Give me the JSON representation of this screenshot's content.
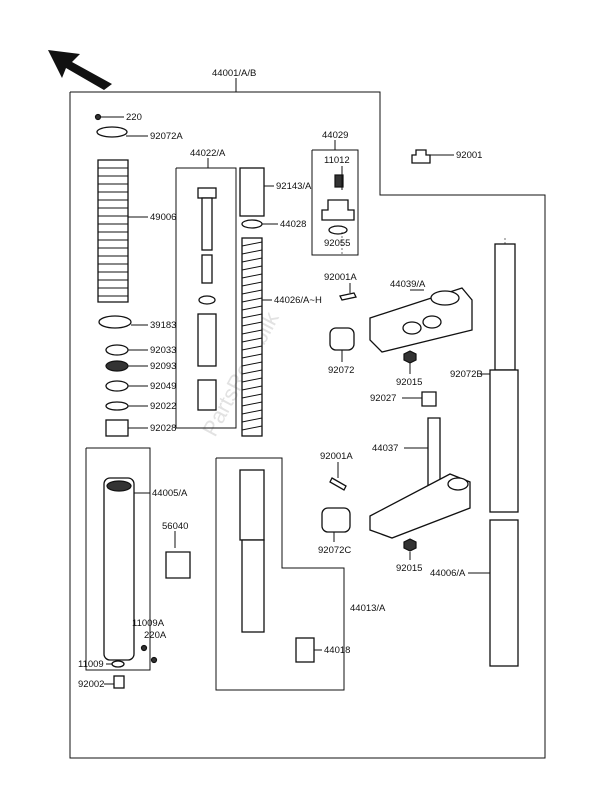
{
  "labels": {
    "assembly": "44001/A/B",
    "l220": "220",
    "l92072A": "92072A",
    "l49006": "49006",
    "l39183": "39183",
    "l92033": "92033",
    "l92093": "92093",
    "l92049": "92049",
    "l92022": "92022",
    "l92028": "92028",
    "l44022A": "44022/A",
    "l92143A": "92143/A",
    "l44028": "44028",
    "l44026": "44026/A~H",
    "l44029": "44029",
    "l11012": "11012",
    "l92055": "92055",
    "l92001": "92001",
    "l92001A_top": "92001A",
    "l44039A": "44039/A",
    "l92072": "92072",
    "l92015_top": "92015",
    "l92072B": "92072B",
    "l92027": "92027",
    "l44037": "44037",
    "l92001A_bot": "92001A",
    "l92072C": "92072C",
    "l92015_bot": "92015",
    "l44006A": "44006/A",
    "l44005A": "44005/A",
    "l56040": "56040",
    "l11009A": "11009A",
    "l220A": "220A",
    "l11009": "11009",
    "l92002": "92002",
    "l44013A": "44013/A",
    "l44018": "44018"
  },
  "watermark": "PartsRepublik"
}
